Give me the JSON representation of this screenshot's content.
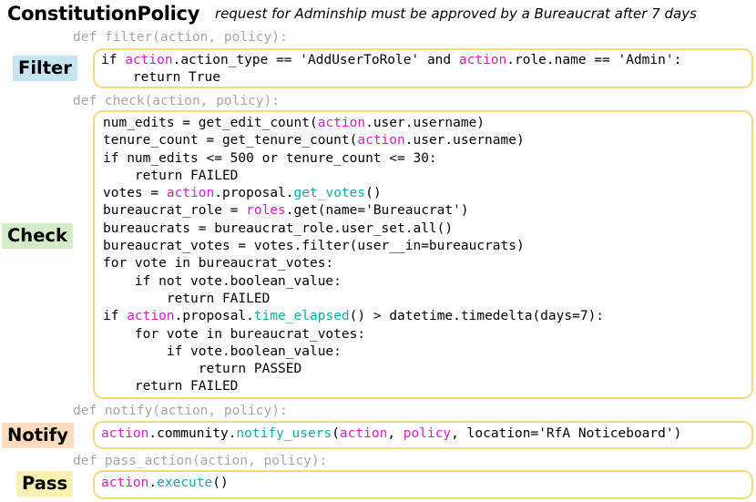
{
  "header": {
    "title": "ConstitutionPolicy",
    "subtitle": "request for Adminship must be approved by a Bureaucrat after 7 days"
  },
  "colors": {
    "box_border": "#f5da7a",
    "signature": "#a5a5a5",
    "action_keyword": "#d21fbe",
    "method_call": "#14a8a8",
    "filter_label_bg": "#c7e4f3",
    "check_label_bg": "#d4edc8",
    "notify_label_bg": "#fbdcbf",
    "pass_label_bg": "#fbf0b4"
  },
  "stages": {
    "filter": {
      "label": "Filter",
      "signature": "def filter(action, policy):",
      "lines": [
        [
          {
            "t": "if "
          },
          {
            "t": "action",
            "c": "action"
          },
          {
            "t": ".action_type == 'AddUserToRole' and "
          },
          {
            "t": "action",
            "c": "action"
          },
          {
            "t": ".role.name == 'Admin':"
          }
        ],
        [
          {
            "t": "    return True"
          }
        ]
      ]
    },
    "check": {
      "label": "Check",
      "signature": "def check(action, policy):",
      "lines": [
        [
          {
            "t": "num_edits = get_edit_count("
          },
          {
            "t": "action",
            "c": "action"
          },
          {
            "t": ".user.username)"
          }
        ],
        [
          {
            "t": "tenure_count = get_tenure_count("
          },
          {
            "t": "action",
            "c": "action"
          },
          {
            "t": ".user.username)"
          }
        ],
        [
          {
            "t": "if num_edits <= 500 or tenure_count <= 30:"
          }
        ],
        [
          {
            "t": "    return FAILED"
          }
        ],
        [
          {
            "t": "votes = "
          },
          {
            "t": "action",
            "c": "action"
          },
          {
            "t": ".proposal."
          },
          {
            "t": "get_votes",
            "c": "method"
          },
          {
            "t": "()"
          }
        ],
        [
          {
            "t": "bureaucrat_role = "
          },
          {
            "t": "roles",
            "c": "action"
          },
          {
            "t": ".get(name='Bureaucrat')"
          }
        ],
        [
          {
            "t": "bureaucrats = bureaucrat_role.user_set.all()"
          }
        ],
        [
          {
            "t": "bureaucrat_votes = votes.filter(user__in=bureaucrats)"
          }
        ],
        [
          {
            "t": "for vote in bureaucrat_votes:"
          }
        ],
        [
          {
            "t": "    if not vote.boolean_value:"
          }
        ],
        [
          {
            "t": "        return FAILED"
          }
        ],
        [
          {
            "t": "if "
          },
          {
            "t": "action",
            "c": "action"
          },
          {
            "t": ".proposal."
          },
          {
            "t": "time_elapsed",
            "c": "method"
          },
          {
            "t": "() > datetime.timedelta(days=7):"
          }
        ],
        [
          {
            "t": "    for vote in bureaucrat_votes:"
          }
        ],
        [
          {
            "t": "        if vote.boolean_value:"
          }
        ],
        [
          {
            "t": "            return PASSED"
          }
        ],
        [
          {
            "t": "    return FAILED"
          }
        ]
      ]
    },
    "notify": {
      "label": "Notify",
      "signature": "def notify(action, policy):",
      "lines": [
        [
          {
            "t": "action",
            "c": "action"
          },
          {
            "t": ".community."
          },
          {
            "t": "notify_users",
            "c": "method"
          },
          {
            "t": "("
          },
          {
            "t": "action",
            "c": "action"
          },
          {
            "t": ", "
          },
          {
            "t": "policy",
            "c": "action"
          },
          {
            "t": ", location='RfA Noticeboard')"
          }
        ]
      ]
    },
    "pass": {
      "label": "Pass",
      "signature": "def pass_action(action, policy):",
      "lines": [
        [
          {
            "t": "action",
            "c": "action"
          },
          {
            "t": "."
          },
          {
            "t": "execute",
            "c": "method"
          },
          {
            "t": "()"
          }
        ]
      ]
    }
  }
}
